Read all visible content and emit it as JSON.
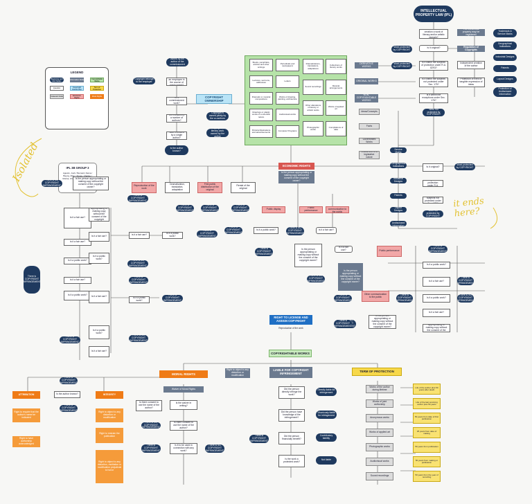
{
  "header": {
    "ipl_title": "INTELLECTUAL PROPERTY LAW (IPL)",
    "copyright_ownership": "COPYRIGHT OWNERSHIP",
    "economic_rights": "ECONOMIC RIGHTS",
    "right_to_license": "RIGHT TO LICENSE AND ASSIGN COPYRIGHT",
    "copyrightable_works": "COPYRIGHTABLE WORKS",
    "moral_rights": "MORAL RIGHTS",
    "liable": "LIABLE FOR COPYRIGHT INFRINGEMENT",
    "term": "TERM OF PROTECTION",
    "attribution": "ATTRIBUTION",
    "integrity": "INTEGRITY",
    "waiver": "Waiver of Moral Rights"
  },
  "legend": {
    "title": "LEGEND",
    "items": [
      "Beginning and End Nodes",
      "Information Node",
      "Copyrightable Works",
      "Question",
      "Copyright Ownership",
      "Term of Protection",
      "Irrelevant Node",
      "Economic Rights",
      "Moral Rights"
    ],
    "group_title": "IPL 3B GROUP 3",
    "members": "Agustin, Josh / Bernard, Reina / Bayog, Allen / Flores, Charles / Molina, Christine / Tang, Jocelyn"
  },
  "ipl_branch": {
    "q1": "Is the intellectual creation a work of literary and/or artistic domain?",
    "q2": "Is it original?",
    "q3": "Is it within the subjects of protection under R.A. 8293?",
    "q4": "Is it within the subjects not protected under Sec. 175?",
    "q5": "Is it within the exceptions under Sec. 176?",
    "work_not_protected": "Work not protected by COPYRIGHT",
    "original_works": "ORIGINAL WORKS",
    "derivative_works": "DERIVATIVE WORKS",
    "non_copyrightable": "NON-COPYRIGHTABLE WORKS",
    "protected1": "Work protected by COPYRIGHT",
    "protected2": "Work protected by COPYRIGHT",
    "right_col": [
      "Trademark & Service Marks",
      "Geographical Indications",
      "Industrial Designs",
      "Patents",
      "Layout Designs",
      "Protection of Undisclosed Information"
    ],
    "labels": [
      "The intellectual property may be registered",
      "Regulation of Copyrights",
      "Independent creation of the author",
      "Protection of fixed or tangible expression of ideas"
    ],
    "grey_list": [
      "Ideas/Concepts",
      "Facts",
      "Government Works",
      "Official text of a legislative nature"
    ]
  },
  "center_green": {
    "left": [
      "Books, pamphlets, articles and other writings",
      "Periodicals and newspapers",
      "Lectures, sermons, addresses",
      "Letters",
      "Dramatic or musical compositions",
      "Works of drawing, painting, architecture",
      "Drawings or plastic works of a scientific nature",
      "Audiovisual works",
      "Pictorial illustrations and advertisements",
      "Computer Programs"
    ],
    "right": [
      "Dramatizations, translations, adaptations",
      "Collections of literary works",
      "Sound recordings",
      "Musical arrangements",
      "Other alterations of literary or artistic works",
      "Works of applied art",
      "Photographic works",
      "Compilations of data"
    ]
  },
  "ownership": {
    "q_created": "Is it created by an employee in the course of employment?",
    "q_commissioned": "Is it commissioned work?",
    "q_joint": "Is it created by a number of authors?",
    "q_single": "Was it created by a single author?",
    "notes": [
      "Copyright is owned by the author of the commissioned work",
      "Copyright belongs to the employer",
      "Copyright is owned jointly by the co-authors",
      "Copyright of literary work owned by the author"
    ],
    "dead_end": "Is the author known?"
  },
  "economic": {
    "q_copy": "Is the person appropriating or making copy without the consent of the copyright owner?",
    "rights": [
      "Reproduction of the work",
      "Dramatization, translation, adaptation",
      "First public distribution of the original",
      "Rental of the original",
      "Public display",
      "Public performance",
      "Other communication to the public"
    ],
    "no_infringement": "There is NO COPYRIGHT INFRINGEMENT",
    "infringement": "There is COPYRIGHT INFRINGEMENT",
    "fair_use": "Is it a fair use?",
    "q_public": "Is it a public work?"
  },
  "attribution_items": [
    "Right to require that the author's name be indicated",
    "Right to have authorship acknowledged"
  ],
  "integrity_items": [
    "Right to object to any distortion or modification",
    "Right to restrain the publication",
    "Right to object to any distortion, mutilation or modification prejudicial to honor"
  ],
  "waiver_items": [
    "Is the waiver in writing?",
    "Is there consent to use the name of the author?",
    "Is it to be used in connection with any work?"
  ],
  "liable_items": [
    "Did the person directly infringe the work?",
    "Did the person have knowledge of the infringement?",
    "Did the person financially benefit?",
    "Is the work a protected work?"
  ],
  "liable_results": [
    "Directly liable for infringement",
    "Vicariously liable for infringement",
    "Contributory liability",
    "Not liable"
  ],
  "term_items": [
    "Works of the author during lifetime",
    "Works of joint authorship",
    "Anonymous works",
    "Works of applied art",
    "Photographic works",
    "Audiovisual works",
    "Sound recordings"
  ],
  "term_results": [
    "Life of the author plus 50 years after death",
    "Life of the last surviving author plus 50 years",
    "50 years from date of first publication",
    "25 years from date of making",
    "50 years from publication",
    "50 years from making or publication",
    "50 years from the year of recording"
  ],
  "annotations": {
    "left": "Isolated",
    "right": "it ends here?"
  }
}
